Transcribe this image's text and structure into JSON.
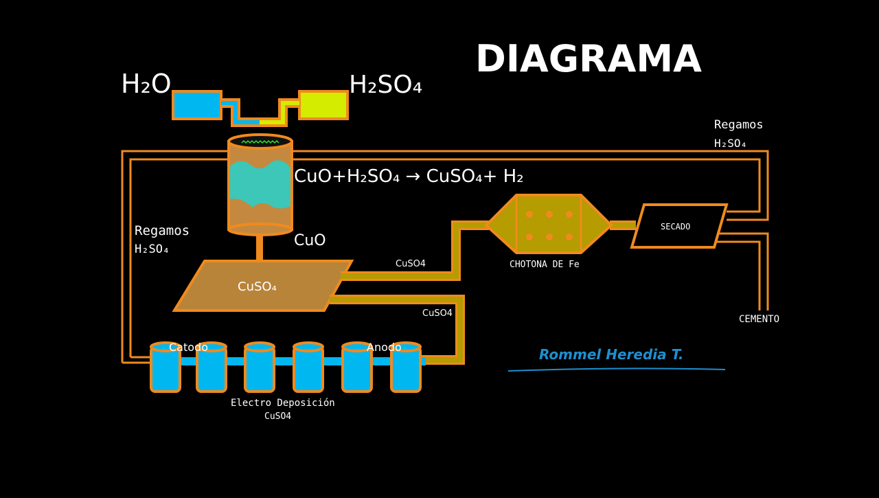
{
  "title": "DIAGRAMA",
  "inputs": {
    "water": "H₂O",
    "acid": "H₂SO₄"
  },
  "reaction": "CuO+H₂SO₄ → CuSO₄+ H₂",
  "reactor_label": "CuO",
  "left_return": {
    "line1": "Regamos",
    "line2": "H₂SO₄"
  },
  "right_return": {
    "line1": "Regamos",
    "line2": "H₂SO₄"
  },
  "settler_label": "CuSO₄",
  "pipe_label_upper": "CuSO4",
  "pipe_label_lower": "CuSO4",
  "chatarra_label": "CHOTONA DE Fe",
  "dryer_label": "SECADO",
  "cement_label": "CEMENTO",
  "cathode_label": "Catodo",
  "anode_label": "Anodo",
  "electro_label": {
    "line1": "Electro Deposición",
    "line2": "CuSO4"
  },
  "author": "Rommel Heredia T.",
  "colors": {
    "orange": "#f08a1e",
    "olive": "#b59c00",
    "water": "#00b7f0",
    "acid": "#d4ec00",
    "settler": "#b8843a",
    "author": "#1e8fd0"
  }
}
